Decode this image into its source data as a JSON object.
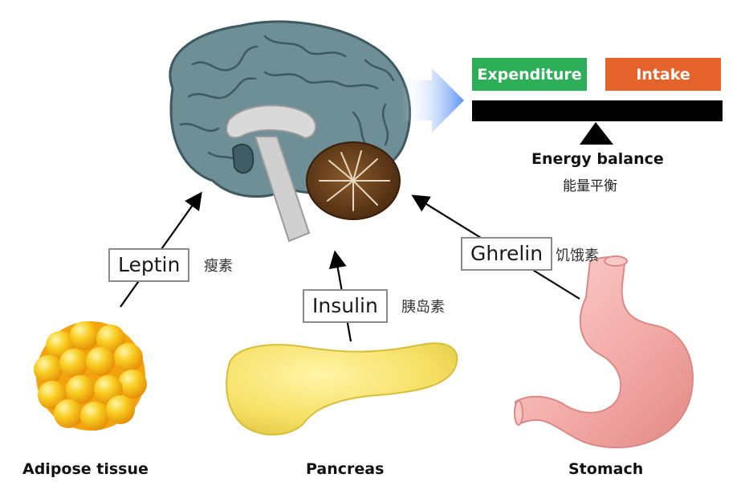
{
  "hormones": {
    "leptin": {
      "label": "Leptin",
      "chinese": "瘦素"
    },
    "insulin": {
      "label": "Insulin",
      "chinese": "胰岛素"
    },
    "ghrelin": {
      "label": "Ghrelin",
      "chinese": "饥饿素"
    }
  },
  "organs": {
    "adipose": "Adipose tissue",
    "pancreas": "Pancreas",
    "stomach": "Stomach"
  },
  "energy_balance": {
    "expenditure_label": "Expenditure",
    "intake_label": "Intake",
    "title": "Energy balance",
    "chinese": "能量平衡"
  },
  "colors": {
    "expenditure": "#2fae5a",
    "intake": "#e4632c",
    "beam": "#000000",
    "pancreas": "#f5e169",
    "stomach": "#f1a9a6",
    "fat": "#f7c21f",
    "brain": "#6e8f95"
  }
}
